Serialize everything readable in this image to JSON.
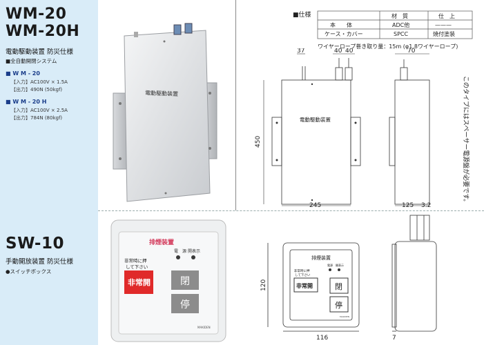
{
  "wm": {
    "model1": "WM-20",
    "model2": "WM-20H",
    "subtitle": "電動駆動装置 防災仕様",
    "bullet": "■全自動開閉システム",
    "spec1": {
      "name": "■ W M - 20",
      "input_label": "【入力】",
      "input": "AC100V × 1.5A",
      "output_label": "【出力】",
      "output": "490N (50kgf)"
    },
    "spec2": {
      "name": "■ W M - 20 H",
      "input_label": "【入力】",
      "input": "AC100V × 2.5A",
      "output_label": "【出力】",
      "output": "784N (80kgf)"
    },
    "photo_label": "電動駆動装置",
    "drawing_label": "電動駆動装置",
    "spec_table": {
      "title": "■仕様",
      "headers": [
        "",
        "材　質",
        "仕　上"
      ],
      "rows": [
        [
          "本　　体",
          "ADC他",
          "———"
        ],
        [
          "ケース・カバー",
          "SPCC",
          "焼付塗装"
        ]
      ],
      "wire_note": "ワイヤーロープ巻き取り量：15m (φ1.8ワイヤーロープ)"
    },
    "dims": {
      "d37": "37",
      "d40a": "40",
      "d40b": "40",
      "d70": "70",
      "d450": "450",
      "d245": "245",
      "d125": "125",
      "d32": "3.2"
    },
    "note": "このタイプにはスペーサー電源盤が必要です。"
  },
  "sw": {
    "model": "SW-10",
    "subtitle": "手動開放装置 防災仕様",
    "bullet": "●スイッチボックス",
    "photo": {
      "title": "排煙装置",
      "led1": "電　源",
      "led2": "開表示",
      "instruction1": "非常時に押",
      "instruction2": "して下さい",
      "emergency": "非常開",
      "close": "閉",
      "stop": "停",
      "brand": "MAKIDEN"
    },
    "drawing": {
      "title": "排煙装置",
      "led1": "電源",
      "led2": "開表示",
      "instruction1": "非常時に押",
      "instruction2": "して下さい",
      "emergency": "非常開",
      "close": "閉",
      "stop": "停",
      "brand": "MAKIDEN"
    },
    "dims": {
      "d120": "120",
      "d116": "116",
      "d7": "7"
    }
  },
  "colors": {
    "sidebar_bg": "#d9ecf8",
    "model_blue": "#1a3d8a",
    "emergency_red": "#e02a2a",
    "button_gray": "#8c8c8c"
  }
}
